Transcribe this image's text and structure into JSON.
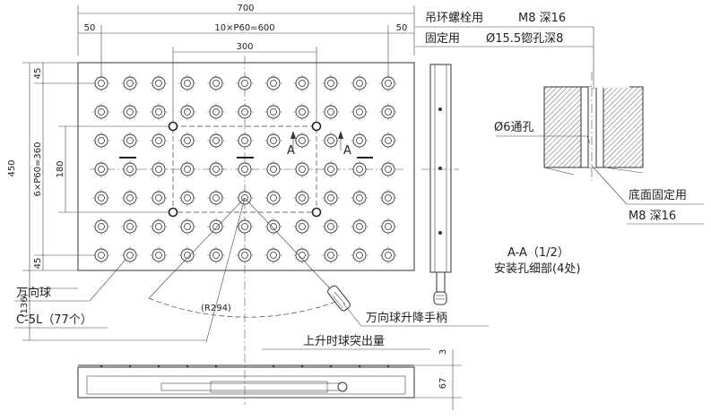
{
  "dimensions": {
    "total_width": "700",
    "left_margin": "50",
    "right_margin": "50",
    "pitch_x": "10×P60=600",
    "inner_width": "300",
    "total_height": "450",
    "pitch_y": "6×P60=360",
    "inner_height": "180",
    "top_margin": "45",
    "bottom_margin": "45",
    "side_offset": "(136)",
    "radius": "(R294)",
    "lift_height": "3",
    "base_height": "67"
  },
  "section_marks": {
    "left": "A",
    "right": "A"
  },
  "callouts": {
    "eyebolt_label": "吊环螺栓用",
    "eyebolt_spec": "M8 深16",
    "fixing_label": "固定用",
    "fixing_spec": "Ø15.5锪孔深8",
    "through_hole": "Ø6通孔",
    "bottom_fixing": "底面固定用",
    "bottom_spec": "M8 深16",
    "ball_label": "万向球",
    "ball_model": "C-5L（77个）",
    "lever_label": "万向球升降手柄",
    "lift_label": "上升时球突出量"
  },
  "section_view": {
    "title": "A-A（1/2）",
    "subtitle": "安装孔细部(4处)"
  },
  "grid": {
    "columns": 11,
    "rows": 7,
    "ball_count": 77
  },
  "colors": {
    "line": "#333333",
    "hatch": "#666666"
  }
}
